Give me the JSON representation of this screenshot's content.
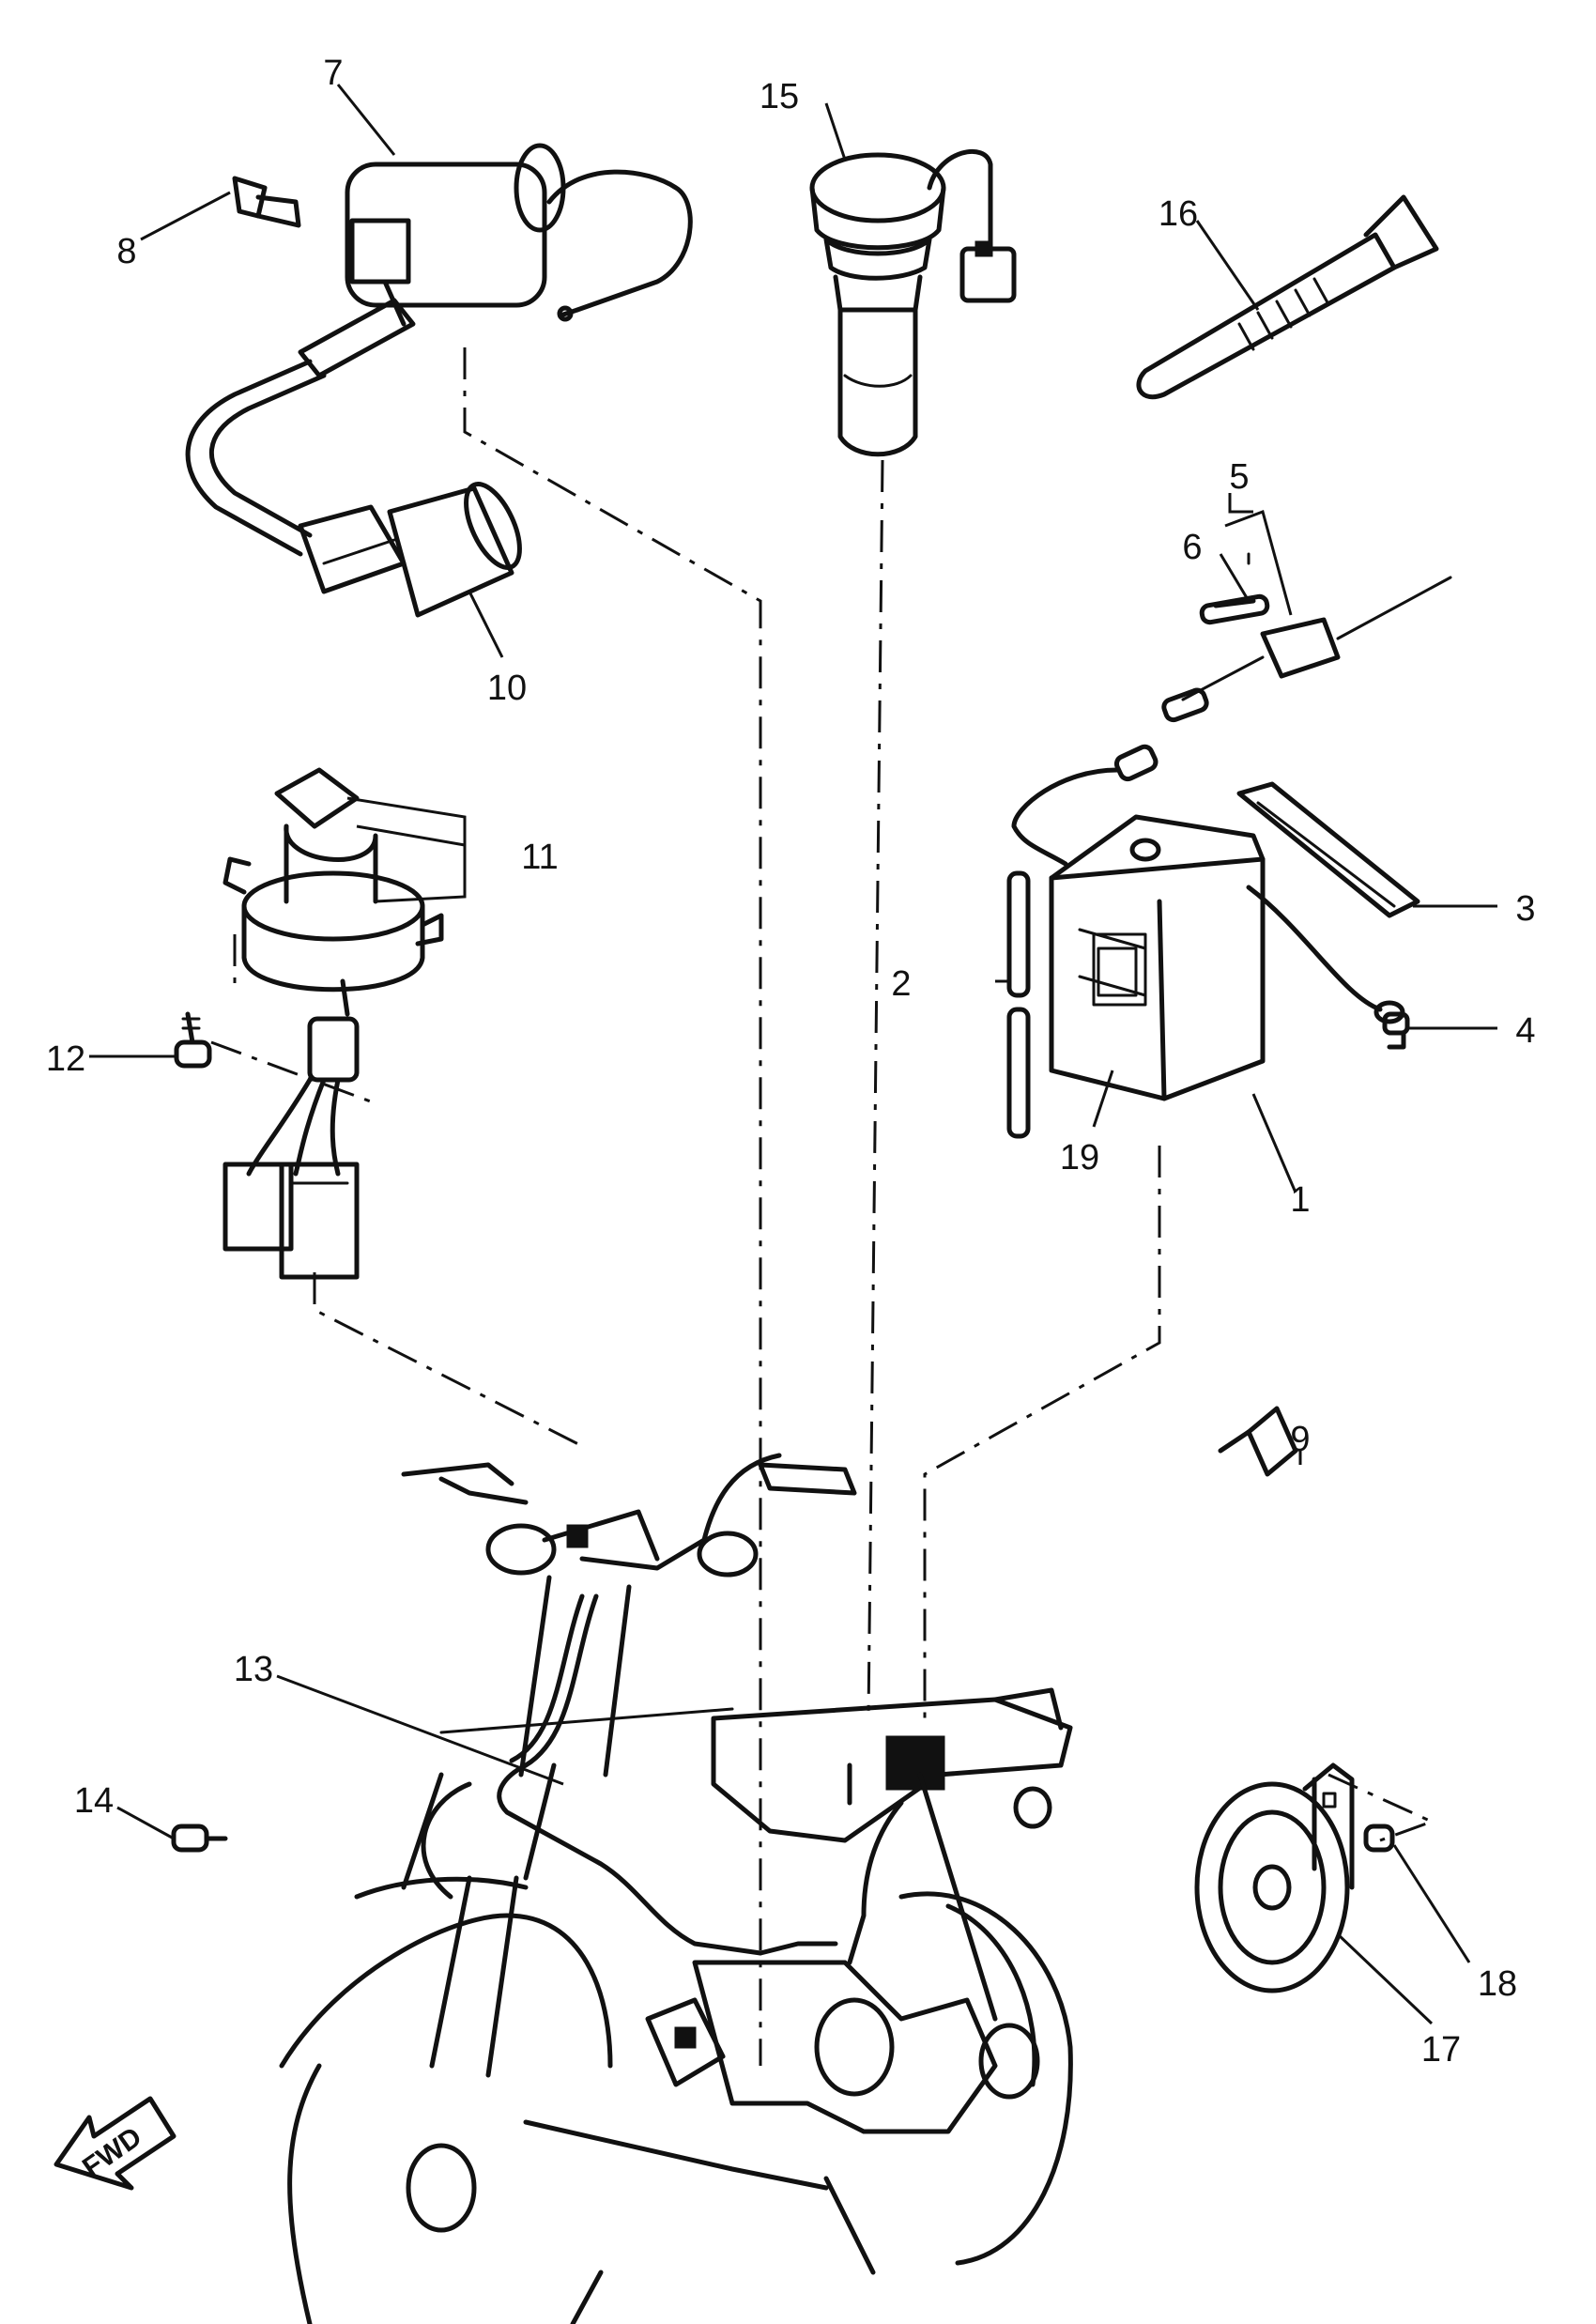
{
  "callouts": {
    "c1": "1",
    "c2": "2",
    "c3": "3",
    "c4": "4",
    "c5": "5",
    "c6": "6",
    "c7": "7",
    "c8": "8",
    "c9": "9",
    "c10": "10",
    "c11": "11",
    "c12": "12",
    "c13": "13",
    "c14": "14",
    "c15": "15",
    "c16": "16",
    "c17": "17",
    "c18": "18",
    "c19": "19"
  },
  "direction_marker": {
    "label": "FWD"
  },
  "colors": {
    "ink": "#111111",
    "paper": "#ffffff"
  }
}
